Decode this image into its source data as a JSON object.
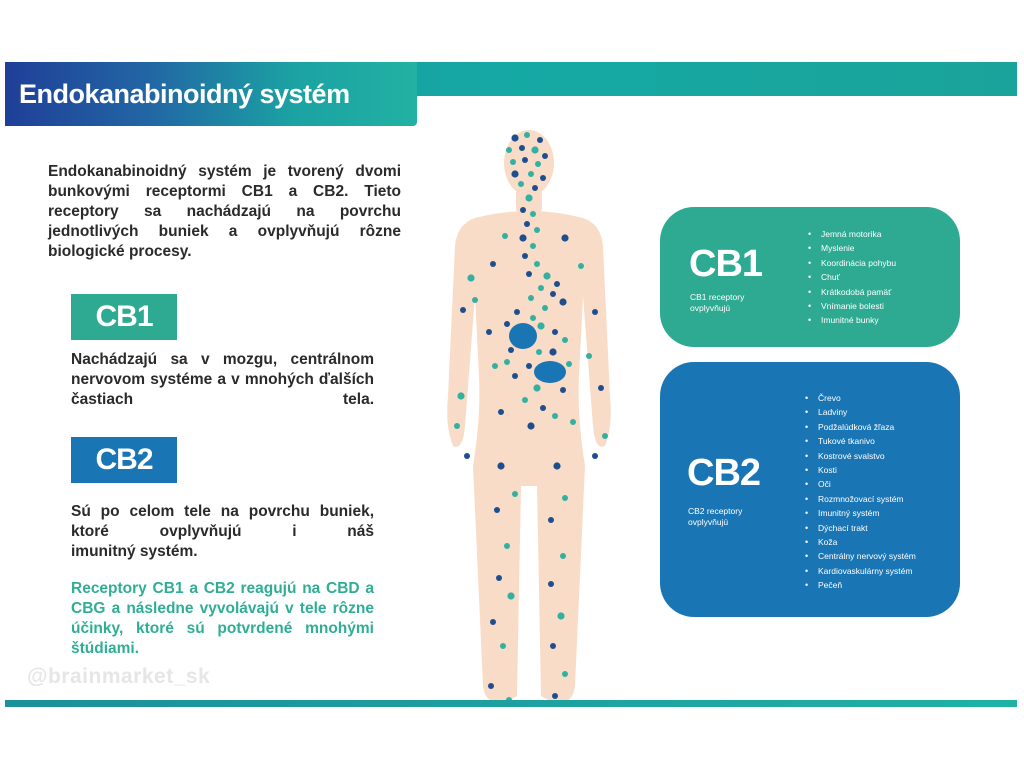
{
  "header": {
    "title": "Endokanabinoidný systém"
  },
  "intro": "Endokanabinoidný systém je tvorený dvomi bunkovými receptormi CB1 a CB2. Tieto receptory sa nachádzajú na povrchu jednotlivých buniek a ovplyvňujú rôzne biologické procesy.",
  "left": {
    "cb1_badge": "CB1",
    "cb1_text": "Nachádzajú sa v mozgu, centrálnom nervovom systéme a v mnohých ďalších častiach tela.",
    "cb2_badge": "CB2",
    "cb2_text": "Sú po celom tele na povrchu buniek, ktoré ovplyvňujú i náš",
    "cb2_text_last": "imunitný systém.",
    "highlight": "Receptory CB1 a CB2 reagujú na CBD a CBG a následne vyvolávajú v tele rôzne účinky, ktoré sú potvrdené mnohými štúdiami."
  },
  "watermark": "@brainmarket_sk",
  "cb1_box": {
    "title": "CB1",
    "subtitle": "CB1 receptory ovplyvňujú",
    "items": [
      "Jemná motorika",
      "Myslenie",
      "Koordinácia pohybu",
      "Chuť",
      "Krátkodobá pamäť",
      "Vnímanie bolesti",
      "Imunitné bunky"
    ]
  },
  "cb2_box": {
    "title": "CB2",
    "subtitle": "CB2 receptory ovplyvňujú",
    "items": [
      "Črevo",
      "Ladviny",
      "Podžalúdková žľaza",
      "Tukové tkanivo",
      "Kostrové svalstvo",
      "Kosti",
      "Oči",
      "Rozmnožovací systém",
      "Imunitný systém",
      "Dýchací trakt",
      "Koža",
      "Centrálny nervový systém",
      "Kardiovaskulárny systém",
      "Pečeň"
    ]
  },
  "colors": {
    "teal": "#2eaa92",
    "blue": "#1a75b4",
    "skin": "#f9dcc8",
    "dot_navy": "#1f4e8f",
    "dot_teal": "#33b0a0"
  }
}
